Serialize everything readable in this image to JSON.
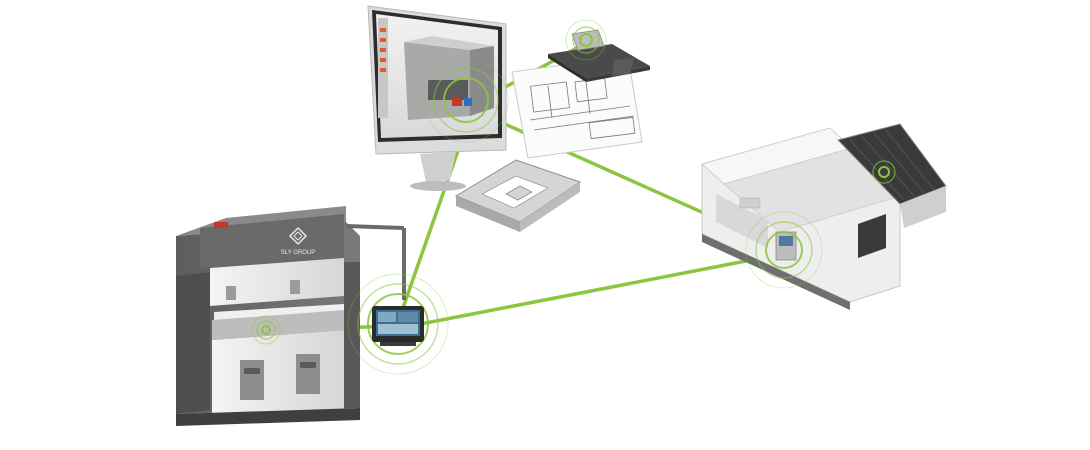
{
  "colors": {
    "link_green": "#8cc63f",
    "machine_grey": "#6f6f6f",
    "machine_light": "#e9e9e9",
    "accent_red": "#c0392b"
  },
  "icons": [
    "wireless-signal-icon",
    "press-brake-machine",
    "cad-workstation-monitor",
    "laser-cutting-machine",
    "control-tablet",
    "sheet-metal-part",
    "technical-drawing"
  ],
  "press_brake": {
    "brand_logo_text": "SLY GROUP"
  }
}
